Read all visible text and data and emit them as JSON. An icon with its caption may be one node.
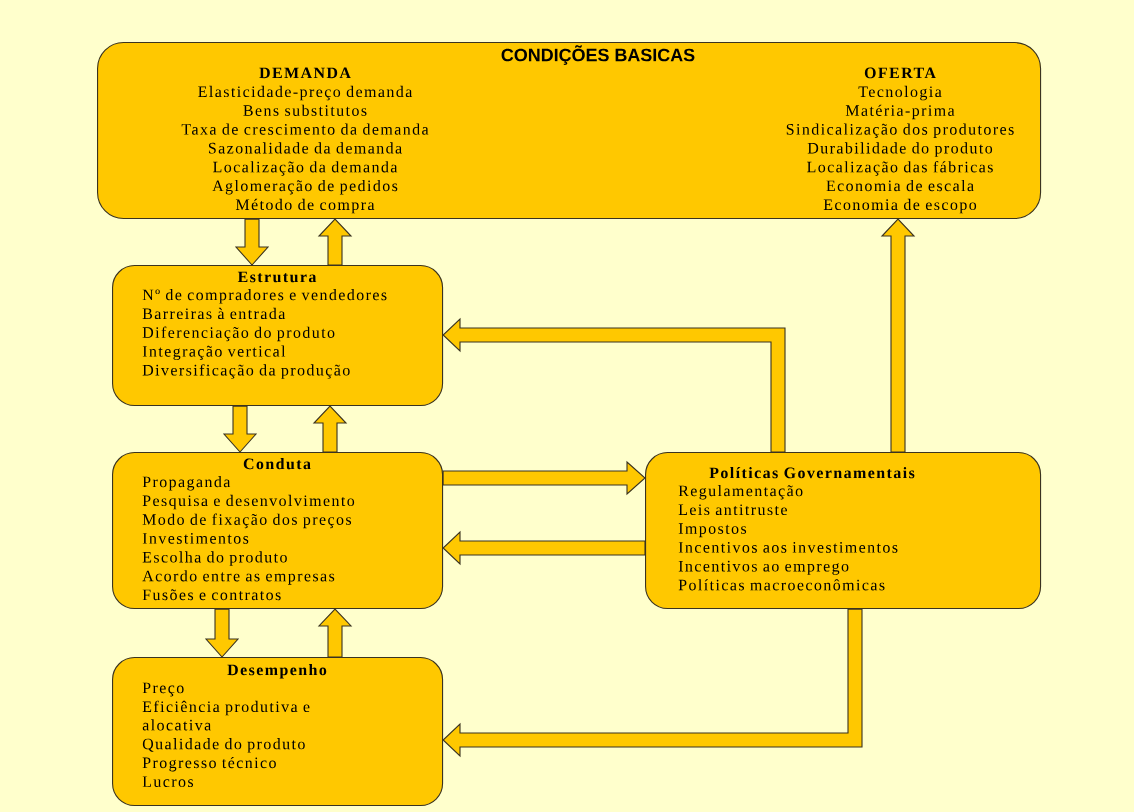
{
  "diagram": {
    "nodes": [
      {
        "text": [
          "CONDIÇÕES BASICAS",
          "DEMANDA",
          "Elasticidade-preço demanda",
          "Bens substitutos",
          "Taxa de crescimento da demanda",
          "Sazonalidade da demanda",
          "Localização da demanda",
          "Aglomeração de pedidos",
          "Método de compra",
          "OFERTA",
          "Tecnologia",
          "Matéria-prima",
          "Sindicalização dos produtores",
          "Durabilidade do produto",
          "Localização das fábricas",
          "Economia de escala",
          "Economia de escopo"
        ]
      },
      {
        "text": [
          "Estrutura",
          "Nº de compradores e vendedores",
          "Barreiras à entrada",
          "Diferenciação do produto",
          "Integração vertical",
          "Diversificação da produção"
        ]
      },
      {
        "text": [
          "Conduta",
          "Propaganda",
          "Pesquisa e desenvolvimento",
          "Modo de fixação dos preços",
          "Investimentos",
          "Escolha do produto",
          "Acordo entre as empresas",
          "Fusões e contratos"
        ]
      },
      {
        "text": [
          "Desempenho",
          "Preço",
          "Eficiência produtiva e alocativa",
          "Qualidade do produto",
          "Progresso técnico",
          "Lucros"
        ]
      },
      {
        "text": [
          "Políticas Governamentais",
          "Regulamentação",
          "Leis antitruste",
          "Impostos",
          "Incentivos aos investimentos",
          "Incentivos ao emprego",
          "Políticas macroeconômicas"
        ]
      }
    ],
    "edges": [
      {
        "from": 0,
        "to": 1,
        "arrow": "to"
      },
      {
        "from": 1,
        "to": 0,
        "arrow": "to"
      },
      {
        "from": 1,
        "to": 2,
        "arrow": "to"
      },
      {
        "from": 2,
        "to": 1,
        "arrow": "to"
      },
      {
        "from": 2,
        "to": 3,
        "arrow": "to"
      },
      {
        "from": 3,
        "to": 2,
        "arrow": "to"
      },
      {
        "from": 2,
        "to": 4,
        "arrow": "to"
      },
      {
        "from": 4,
        "to": 2,
        "arrow": "to"
      },
      {
        "from": 4,
        "to": 1,
        "arrow": "to"
      },
      {
        "from": 4,
        "to": 0,
        "arrow": "to"
      },
      {
        "from": 4,
        "to": 3,
        "arrow": "to"
      }
    ]
  }
}
